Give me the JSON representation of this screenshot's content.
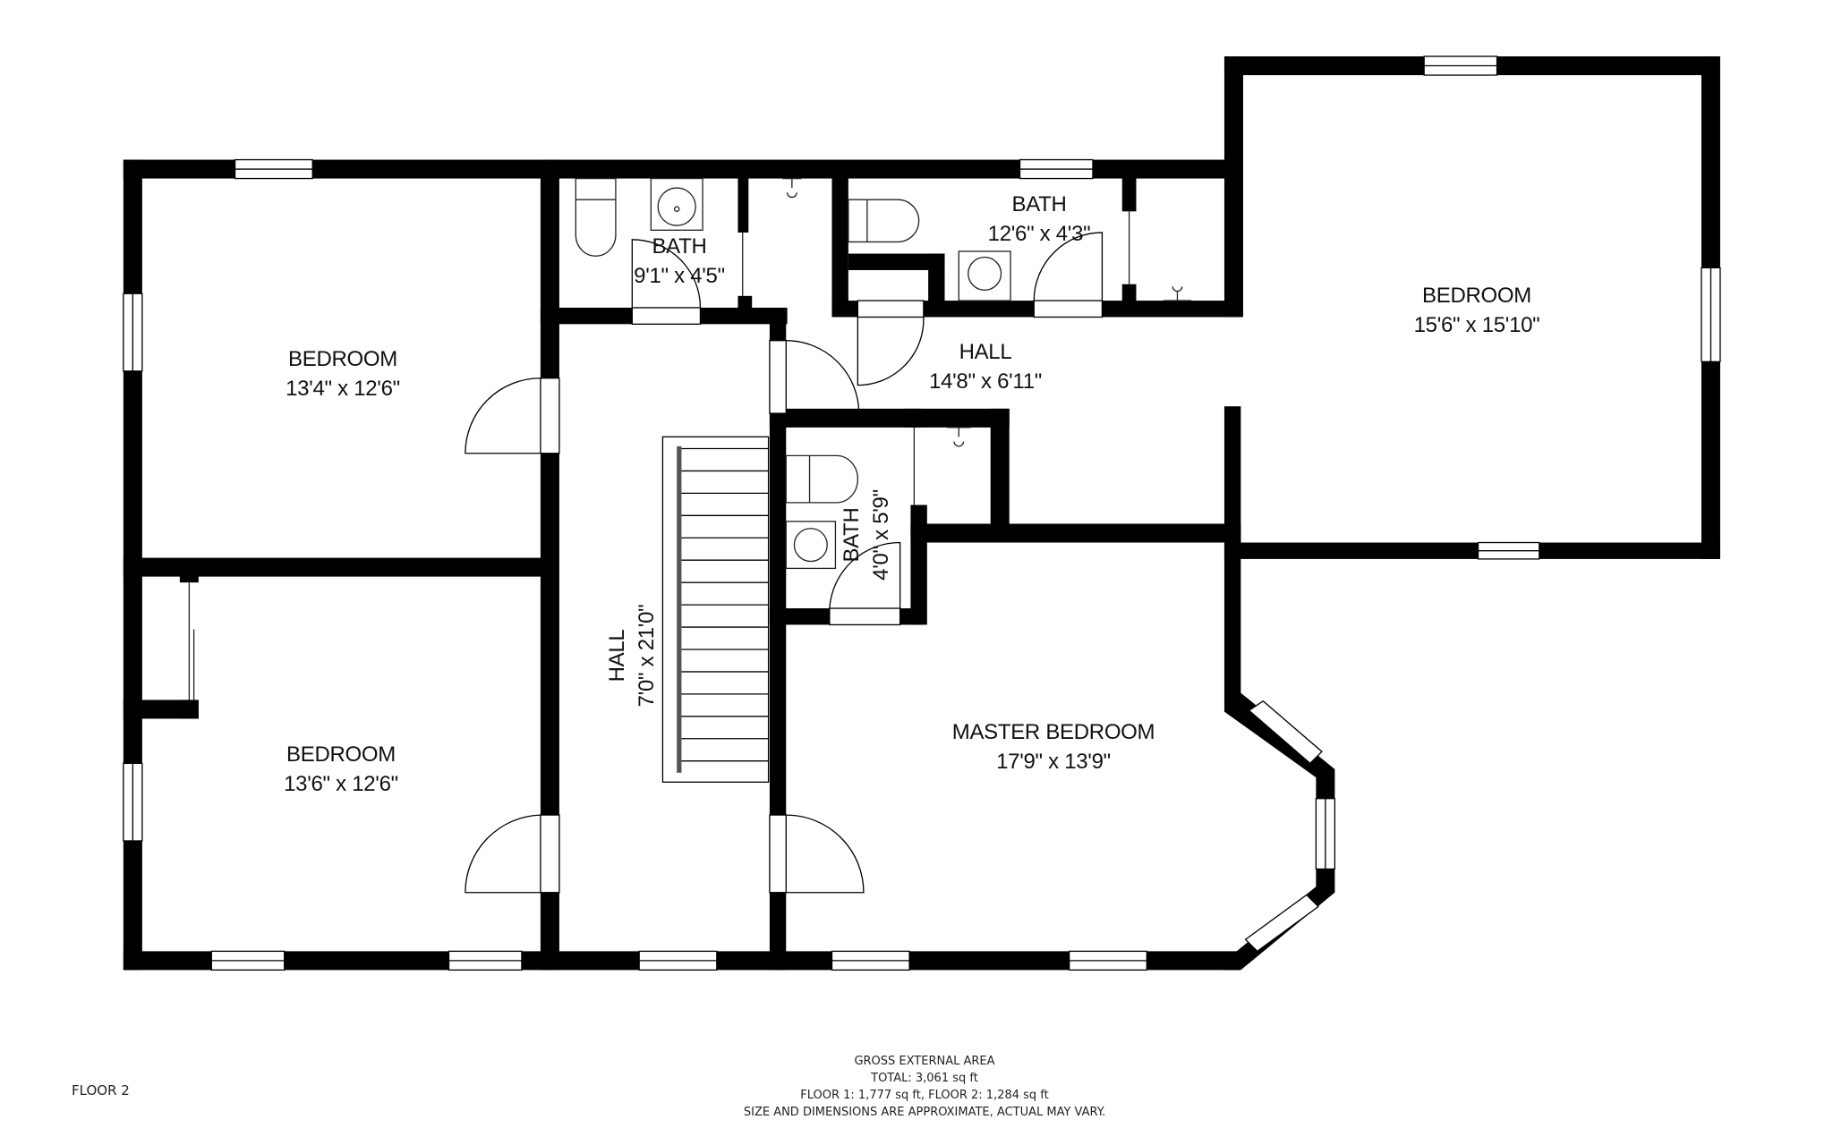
{
  "floor_label": "FLOOR 2",
  "rooms": [
    {
      "name": "BEDROOM",
      "dims": "13'4\" x 12'6\""
    },
    {
      "name": "BEDROOM",
      "dims": "13'6\" x 12'6\""
    },
    {
      "name": "HALL",
      "dims": "7'0\" x 21'0\""
    },
    {
      "name": "BATH",
      "dims": "9'1\" x 4'5\""
    },
    {
      "name": "BATH",
      "dims": "12'6\" x 4'3\""
    },
    {
      "name": "HALL",
      "dims": "14'8\" x 6'11\""
    },
    {
      "name": "BATH",
      "dims": "4'0\" x 5'9\""
    },
    {
      "name": "MASTER BEDROOM",
      "dims": "17'9\" x 13'9\""
    },
    {
      "name": "BEDROOM",
      "dims": "15'6\" x 15'10\""
    }
  ],
  "area": {
    "heading": "GROSS EXTERNAL AREA",
    "total": "TOTAL: 3,061 sq ft",
    "floors": "FLOOR 1: 1,777 sq ft,  FLOOR 2: 1,284 sq ft",
    "disclaimer": "SIZE AND DIMENSIONS ARE APPROXIMATE, ACTUAL MAY VARY."
  },
  "colors": {
    "wall": "#000000",
    "background": "#ffffff",
    "fixture_line": "#222222"
  }
}
